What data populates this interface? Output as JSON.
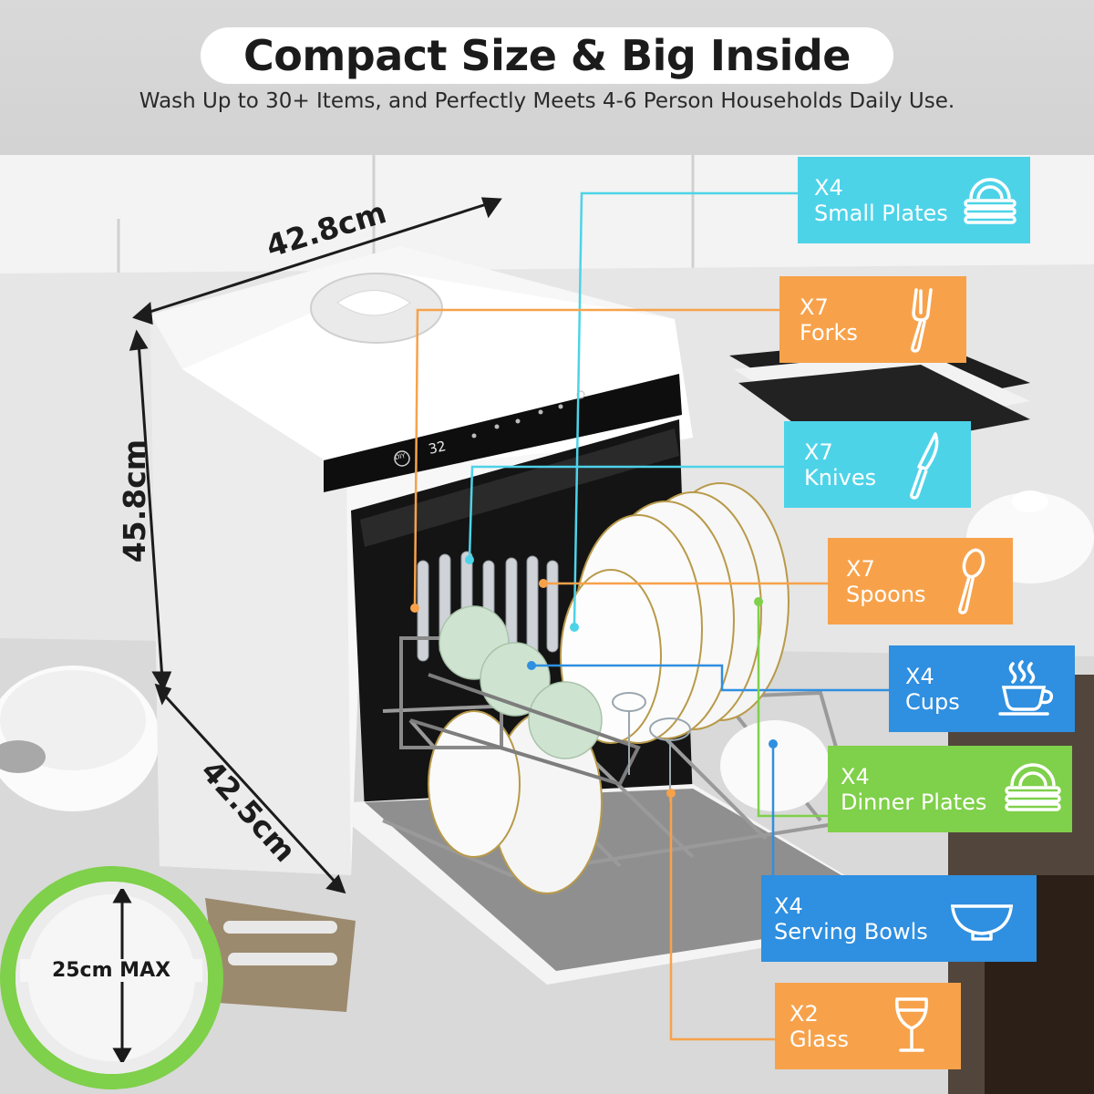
{
  "title": "Compact Size & Big Inside",
  "subtitle": "Wash Up to 30+ Items, and Perfectly Meets 4-6 Person Households Daily Use.",
  "dimensions": {
    "width": "42.8cm",
    "height": "45.8cm",
    "depth": "42.5cm"
  },
  "panel": {
    "temperature": "32",
    "button_label": "DIY"
  },
  "plate_badge": "25cm MAX",
  "colors": {
    "cyan": "#4dd3e8",
    "orange": "#f7a24b",
    "blue": "#2f8fe0",
    "green": "#7fd04a"
  },
  "callouts": [
    {
      "qty": "X4",
      "name": "Small Plates",
      "color": "cyan",
      "icon": "plate-stack-icon"
    },
    {
      "qty": "X7",
      "name": "Forks",
      "color": "orange",
      "icon": "fork-icon"
    },
    {
      "qty": "X7",
      "name": "Knives",
      "color": "cyan",
      "icon": "knife-icon"
    },
    {
      "qty": "X7",
      "name": "Spoons",
      "color": "orange",
      "icon": "spoon-icon"
    },
    {
      "qty": "X4",
      "name": "Cups",
      "color": "blue",
      "icon": "cup-icon"
    },
    {
      "qty": "X4",
      "name": "Dinner Plates",
      "color": "green",
      "icon": "plate-stack-icon"
    },
    {
      "qty": "X4",
      "name": "Serving Bowls",
      "color": "blue",
      "icon": "bowl-icon"
    },
    {
      "qty": "X2",
      "name": "Glass",
      "color": "orange",
      "icon": "wine-glass-icon"
    }
  ]
}
